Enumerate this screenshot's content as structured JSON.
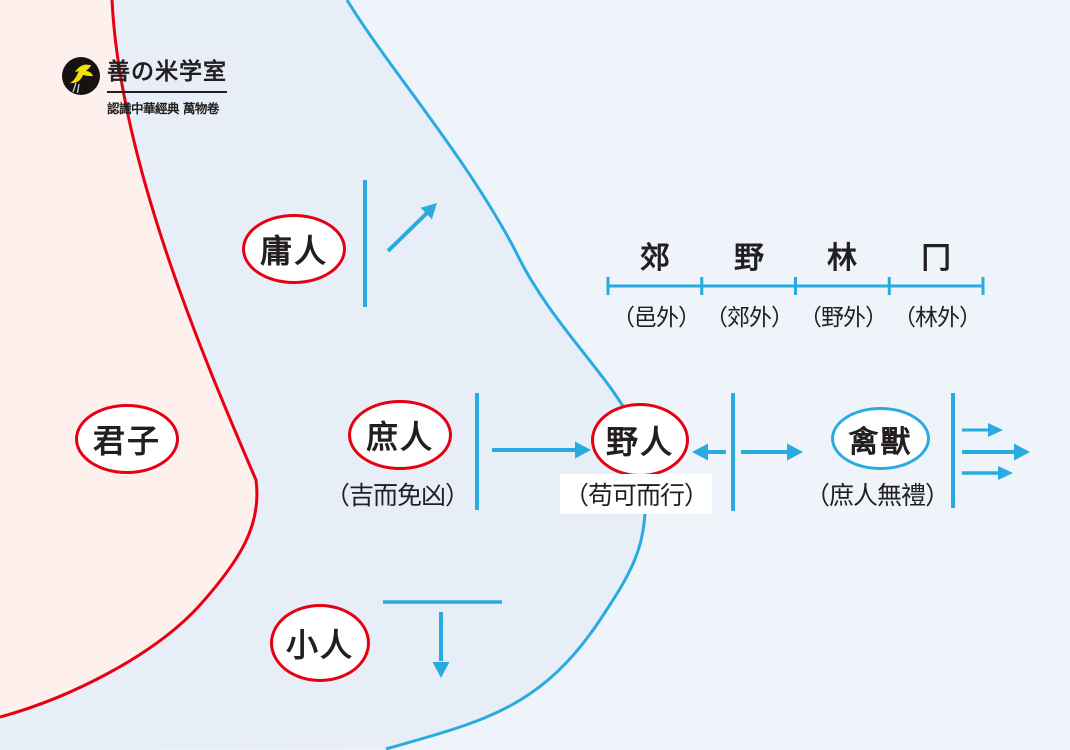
{
  "logo": {
    "icon": "swallow-bird-icon",
    "title": "善の米学室",
    "subtitle": "認識中華經典 萬物卷"
  },
  "ovals": {
    "junzi": {
      "label": "君子"
    },
    "yongren": {
      "label": "庸人"
    },
    "shuren": {
      "label": "庶人",
      "note": "（吉而免凶）"
    },
    "xiaoren": {
      "label": "小人"
    },
    "yeren": {
      "label": "野人",
      "note": "（苟可而行）"
    },
    "qinshou": {
      "label": "禽獸",
      "note": "（庶人無禮）"
    }
  },
  "scale": {
    "zones": [
      {
        "name": "郊",
        "outer": "（邑外）"
      },
      {
        "name": "野",
        "outer": "（郊外）"
      },
      {
        "name": "林",
        "outer": "（野外）"
      },
      {
        "name": "冂",
        "outer": "（林外）"
      }
    ]
  },
  "colors": {
    "red": "#e60012",
    "blue": "#29abe2",
    "pink_region": "#fdf0ed",
    "middle_region": "#e7eef7",
    "right_region": "#eff4fa",
    "text": "#231f20"
  }
}
